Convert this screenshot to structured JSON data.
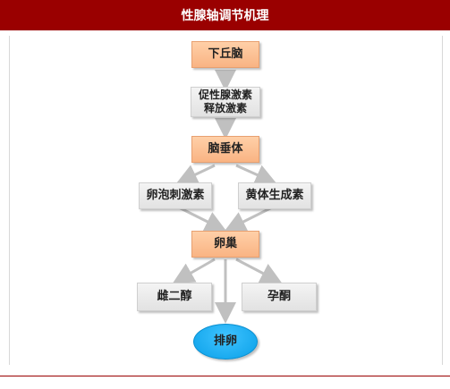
{
  "header": {
    "title": "性腺轴调节机理"
  },
  "nodes": {
    "hypothalamus": "下丘脑",
    "gnrh_line1": "促性腺激素",
    "gnrh_line2": "释放激素",
    "pituitary": "脑垂体",
    "fsh": "卵泡刺激素",
    "lh": "黄体生成素",
    "ovary": "卵巢",
    "estradiol": "雌二醇",
    "progesterone": "孕酮",
    "ovulation": "排卵"
  },
  "colors": {
    "header_bg": "#9a0000",
    "orange_node": "#f9b483",
    "gray_node": "#e2e2e2",
    "ellipse_node": "#0aa0e8",
    "arrow": "#c0c0c0"
  }
}
